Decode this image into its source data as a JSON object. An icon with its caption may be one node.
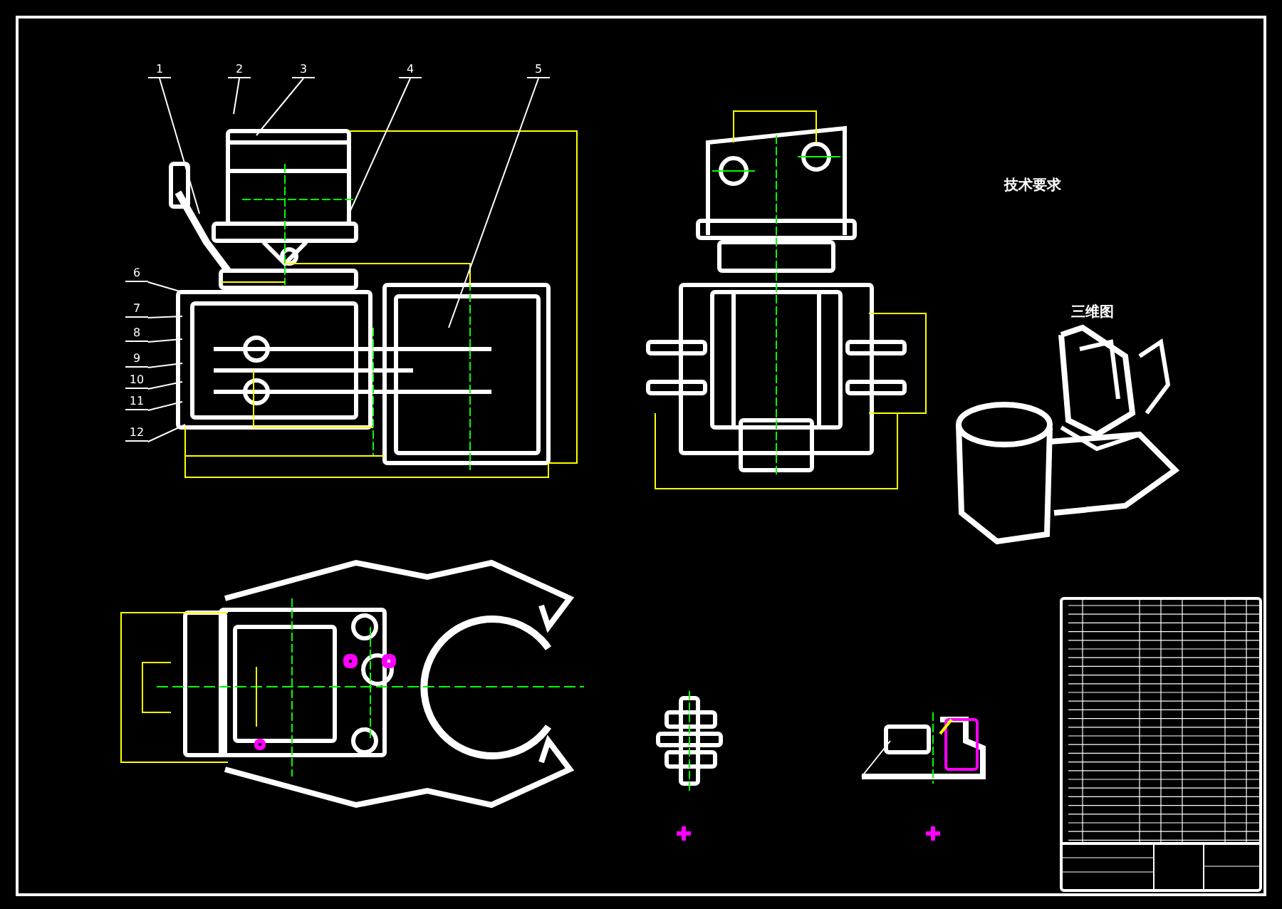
{
  "diagram": {
    "nodes": [
      {
        "text": [
          "1"
        ]
      },
      {
        "text": [
          "2"
        ]
      },
      {
        "text": [
          "3"
        ]
      },
      {
        "text": [
          "4"
        ]
      },
      {
        "text": [
          "5"
        ]
      },
      {
        "text": [
          "6"
        ]
      },
      {
        "text": [
          "7"
        ]
      },
      {
        "text": [
          "8"
        ]
      },
      {
        "text": [
          "9"
        ]
      },
      {
        "text": [
          "10"
        ]
      },
      {
        "text": [
          "11"
        ]
      },
      {
        "text": [
          "12"
        ]
      }
    ],
    "edges": [
      {
        "from": 0,
        "to": null,
        "arrow": "none"
      },
      {
        "from": 1,
        "to": null,
        "arrow": "none"
      },
      {
        "from": 2,
        "to": null,
        "arrow": "none"
      },
      {
        "from": 3,
        "to": null,
        "arrow": "none"
      },
      {
        "from": 4,
        "to": null,
        "arrow": "none"
      },
      {
        "from": 5,
        "to": null,
        "arrow": "none"
      },
      {
        "from": 6,
        "to": null,
        "arrow": "none"
      },
      {
        "from": 7,
        "to": null,
        "arrow": "none"
      },
      {
        "from": 8,
        "to": null,
        "arrow": "none"
      },
      {
        "from": 9,
        "to": null,
        "arrow": "none"
      },
      {
        "from": 10,
        "to": null,
        "arrow": "none"
      },
      {
        "from": 11,
        "to": null,
        "arrow": "none"
      }
    ],
    "labels": [
      "技术要求",
      "三维图"
    ]
  }
}
